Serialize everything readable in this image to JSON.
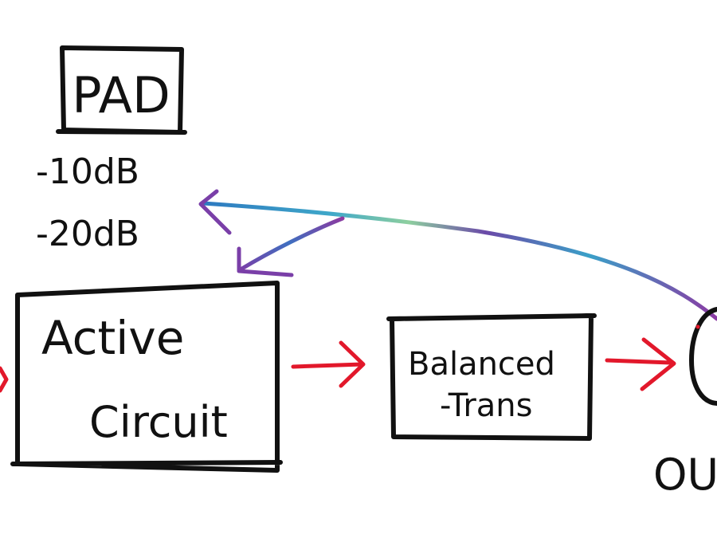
{
  "diagram": {
    "pad_label": "PAD",
    "pad_options": [
      "-10dB",
      "-20dB"
    ],
    "active_circuit": {
      "line1": "Active",
      "line2": "Circuit"
    },
    "balanced_trans": {
      "line1": "Balanced",
      "line2": "-Trans"
    },
    "output_label": "OU",
    "colors": {
      "ink": "#111111",
      "signal_arrow": "#e2182b",
      "pad_arrow_start": "#7b3fa3",
      "pad_arrow_mid": "#2f7fc1",
      "pad_arrow_end": "#9a3b9f"
    }
  }
}
